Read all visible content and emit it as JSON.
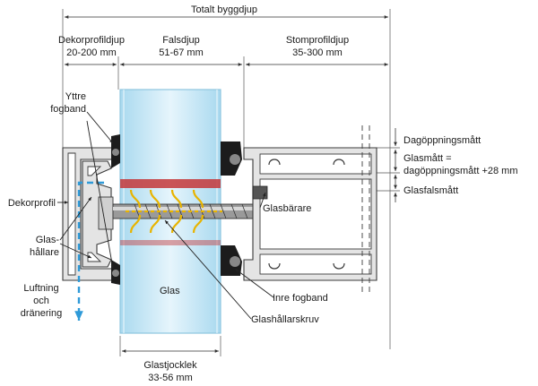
{
  "diagram": {
    "dimensions": {
      "total_depth": "Totalt byggdjup",
      "decor_profile_depth": "Dekorprofildjup",
      "decor_profile_range": "20-200 mm",
      "rebate_depth": "Falsdjup",
      "rebate_range": "51-67 mm",
      "post_profile_depth": "Stomprofildjup",
      "post_profile_range": "35-300 mm",
      "glass_thickness": "Glastjocklek",
      "glass_thickness_range": "33-56 mm"
    },
    "labels": {
      "outer_seal_line1": "Yttre",
      "outer_seal_line2": "fogband",
      "decor_profile": "Dekorprofil",
      "glass_holder_line1": "Glas-",
      "glass_holder_line2": "hållare",
      "ventilation_line1": "Luftning",
      "ventilation_line2": "och",
      "ventilation_line3": "dränering",
      "glass": "Glas",
      "glass_carrier": "Glasbärare",
      "inner_seal": "Inre fogband",
      "holder_screw": "Glashållarskruv",
      "daylight_opening": "Dagöppningsmått",
      "glass_size_line1": "Glasmått =",
      "glass_size_line2": "dagöppningsmått +28 mm",
      "rebate_size": "Glasfalsmått"
    },
    "colors": {
      "glass": "#bfe3f3",
      "glass_edge": "#8ec6df",
      "gasket_red": "#c4373a",
      "screw_yellow": "#e8b400",
      "ventilation_arrow": "#2e9ad8"
    }
  }
}
